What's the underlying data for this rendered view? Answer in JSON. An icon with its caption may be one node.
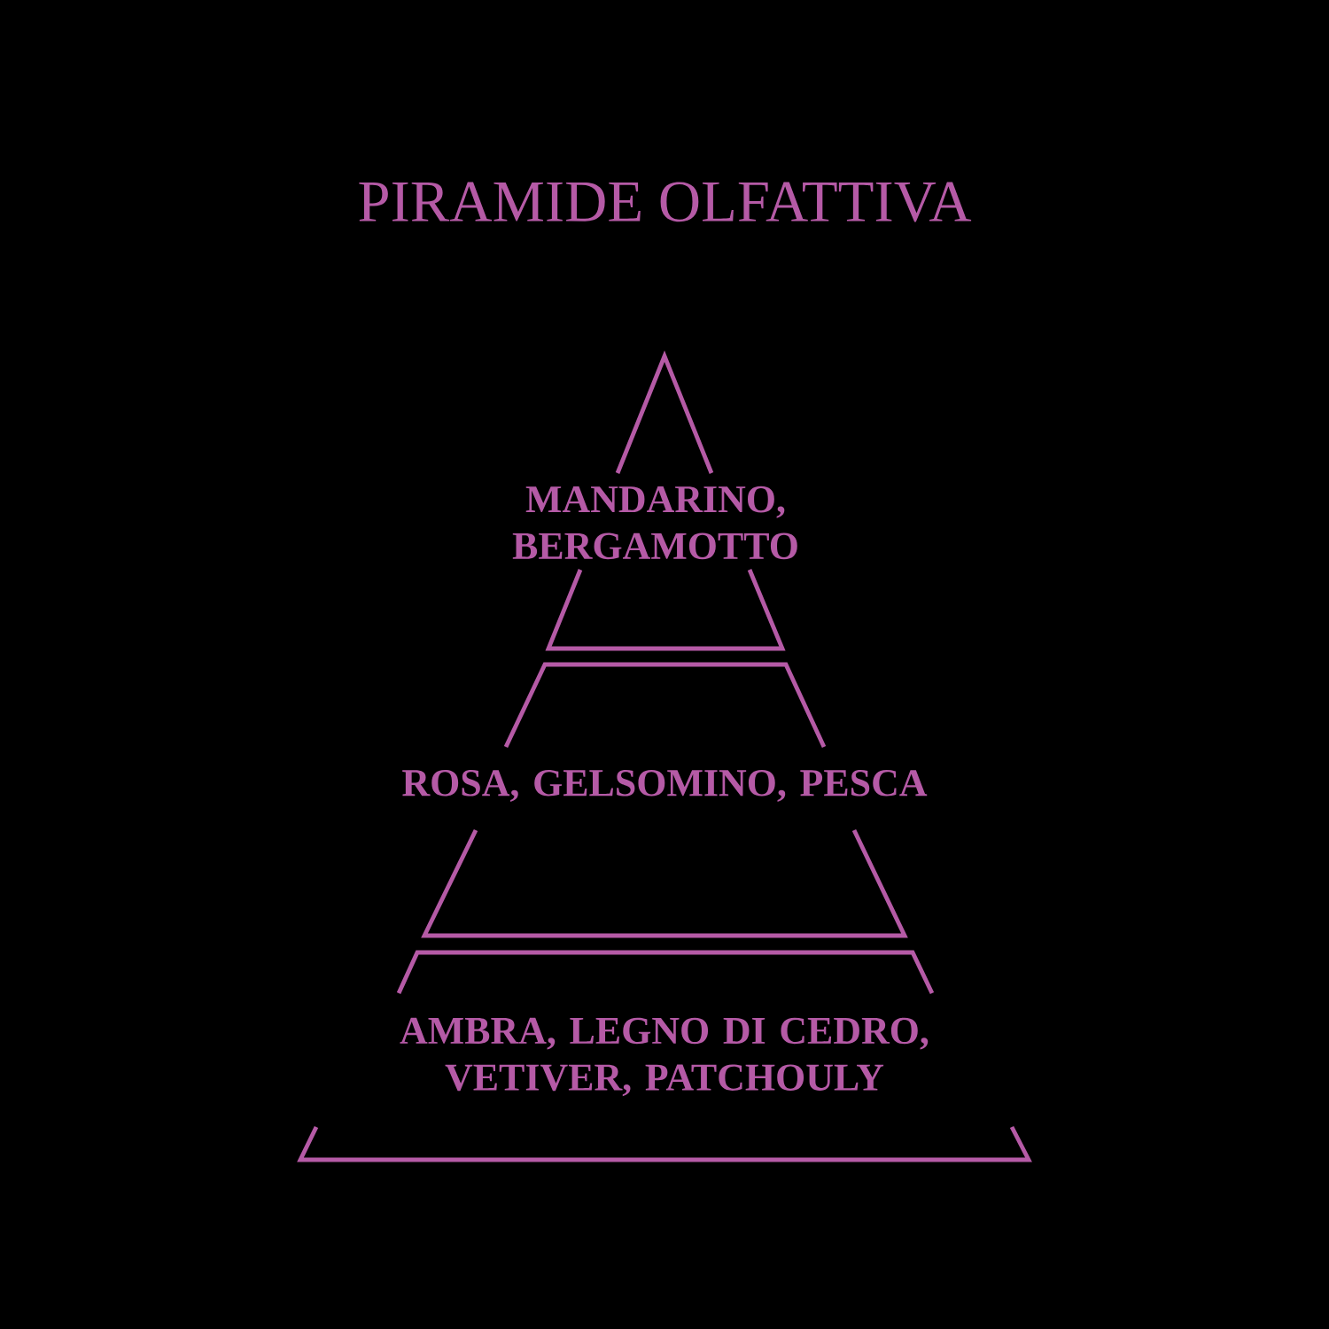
{
  "diagram": {
    "title": "PIRAMIDE OLFATTIVA",
    "nodes": [
      {
        "text": [
          "MANDARINO, BERGAMOTTO"
        ]
      },
      {
        "text": [
          "ROSA, GELSOMINO, PESCA"
        ]
      },
      {
        "text": [
          "AMBRA, LEGNO DI CEDRO, VETIVER, PATCHOULY"
        ]
      }
    ],
    "edges": []
  }
}
